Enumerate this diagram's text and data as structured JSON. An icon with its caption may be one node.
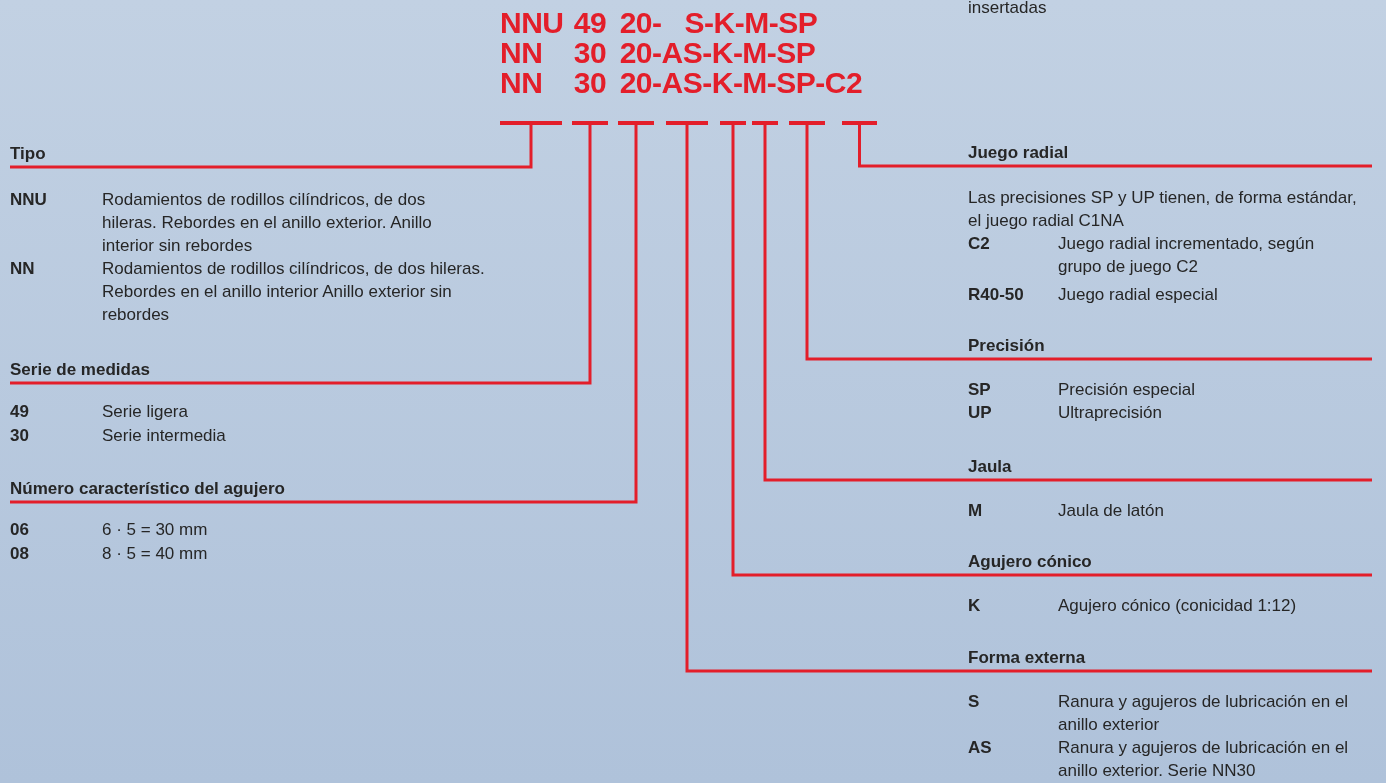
{
  "diagram": {
    "nodes": [
      {
        "text": [],
        "shape": "bar"
      },
      {
        "text": [],
        "shape": "bar"
      },
      {
        "text": [],
        "shape": "bar"
      },
      {
        "text": [],
        "shape": "bar"
      },
      {
        "text": [],
        "shape": "bar"
      },
      {
        "text": [],
        "shape": "bar"
      },
      {
        "text": [],
        "shape": "bar"
      },
      {
        "text": [],
        "shape": "bar"
      },
      {
        "text": [
          "Tipo"
        ]
      },
      {
        "text": [
          "Serie de medidas"
        ]
      },
      {
        "text": [
          "Número característico del agujero"
        ]
      },
      {
        "text": [
          "Juego radial"
        ]
      },
      {
        "text": [
          "Precisión"
        ]
      },
      {
        "text": [
          "Jaula"
        ]
      },
      {
        "text": [
          "Agujero cónico"
        ]
      },
      {
        "text": [
          "Forma externa"
        ]
      }
    ],
    "edges": [
      {
        "from": 0,
        "to": 8,
        "arrow": "none"
      },
      {
        "from": 1,
        "to": 9,
        "arrow": "none"
      },
      {
        "from": 2,
        "to": 10,
        "arrow": "none"
      },
      {
        "from": 3,
        "to": 15,
        "arrow": "none"
      },
      {
        "from": 4,
        "to": 14,
        "arrow": "none"
      },
      {
        "from": 5,
        "to": 13,
        "arrow": "none"
      },
      {
        "from": 6,
        "to": 12,
        "arrow": "none"
      },
      {
        "from": 7,
        "to": 11,
        "arrow": "none"
      }
    ],
    "labels": [
      "insertadas",
      "NNU 49 20- S-K-M-SP",
      "NN 30 20-AS-K-M-SP",
      "NN 30 20-AS-K-M-SP-C2",
      "NNU",
      "Rodamientos de rodillos cilíndricos, de dos hileras. Rebordes en el anillo exterior. Anillo interior sin rebordes",
      "NN",
      "Rodamientos de rodillos cilíndricos, de dos hileras. Rebordes en el anillo interior Anillo exterior sin rebordes",
      "49",
      "Serie ligera",
      "30",
      "Serie intermedia",
      "06",
      "6 · 5 = 30 mm",
      "08",
      "8 · 5 = 40 mm",
      "Las precisiones SP y UP tienen, de forma estándar, el juego radial C1NA",
      "C2",
      "Juego radial incrementado, según grupo de juego C2",
      "R40-50",
      "Juego radial especial",
      "SP",
      "Precisión especial",
      "UP",
      "Ultraprecisión",
      "M",
      "Jaula de latón",
      "K",
      "Agujero cónico (conicidad 1:12)",
      "S",
      "Ranura y agujeros de lubricación en el anillo exterior",
      "AS",
      "Ranura y agujeros de lubricación en el anillo exterior. Serie NN30"
    ]
  }
}
